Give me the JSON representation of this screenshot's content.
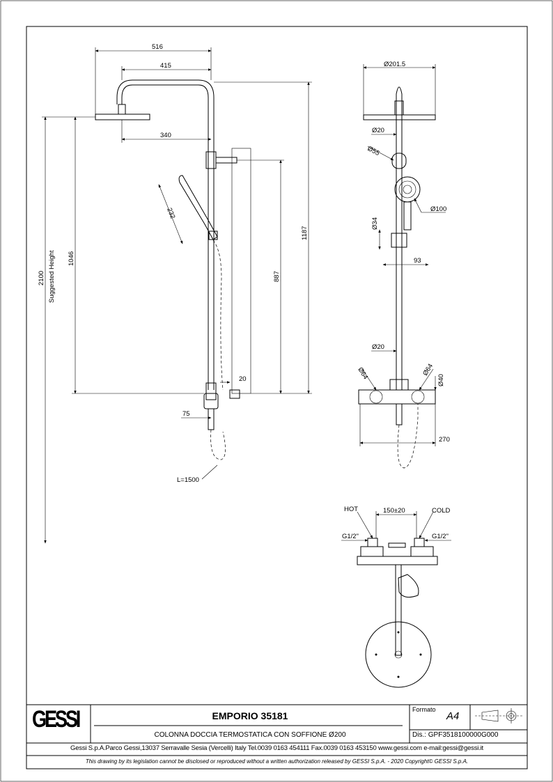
{
  "drawing": {
    "side_view": {
      "dim_516": "516",
      "dim_415": "415",
      "dim_340": "340",
      "dim_232": "232",
      "dim_2100": "2100",
      "suggested_height": "Suggested Height",
      "dim_1046": "1046",
      "dim_887": "887",
      "dim_1187": "1187",
      "dim_20": "20",
      "dim_75": "75",
      "hose_length": "L=1500"
    },
    "front_view": {
      "dia_201_5": "Ø201.5",
      "dia_20_top": "Ø20",
      "dia_55": "Ø55",
      "dia_100": "Ø100",
      "dia_34": "Ø34",
      "dim_93": "93",
      "dia_20_low": "Ø20",
      "dia_64_left": "Ø64",
      "dia_64_right": "Ø64",
      "dia_40": "Ø40",
      "dim_270": "270"
    },
    "plan_view": {
      "hot": "HOT",
      "cold": "COLD",
      "spacing": "150±20",
      "thread_left": "G1/2\"",
      "thread_right": "G1/2\""
    }
  },
  "title_block": {
    "logo": "GESSI",
    "product": "EMPORIO 35181",
    "description": "COLONNA DOCCIA TERMOSTATICA CON SOFFIONE Ø200",
    "format_label": "Formato",
    "format_value": "A4",
    "drawing_number": "Dis.: GPF3518100000G000",
    "company_info": "Gessi S.p.A.Parco Gessi,13037 Serravalle Sesia (Vercelli) Italy Tel.0039 0163 454111 Fax.0039 0163 453150 www.gessi.com e-mail:gessi@gessi.it",
    "copyright": "This drawing by its legislation cannot be disclosed or reproduced without a written authorization released by GESSI S.p.A. - 2020 Copyright© GESSI S.p.A."
  }
}
